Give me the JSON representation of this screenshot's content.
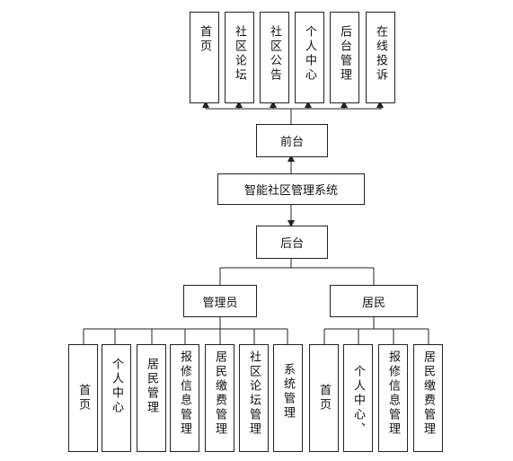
{
  "diagram": {
    "root": "智能社区管理系统",
    "front": {
      "label": "前台",
      "modules": [
        "首页",
        "社区论坛",
        "社区公告",
        "个人中心",
        "后台管理",
        "在线投诉"
      ]
    },
    "back": {
      "label": "后台",
      "groups": [
        {
          "label": "管理员",
          "modules": [
            "首页",
            "个人中心",
            "居民管理",
            "报修信息管理",
            "居民缴费管理",
            "社区论坛管理",
            "系统管理"
          ]
        },
        {
          "label": "居民",
          "modules": [
            "首页",
            "个人中心、",
            "报修信息管理",
            "居民缴费管理"
          ]
        }
      ]
    }
  }
}
